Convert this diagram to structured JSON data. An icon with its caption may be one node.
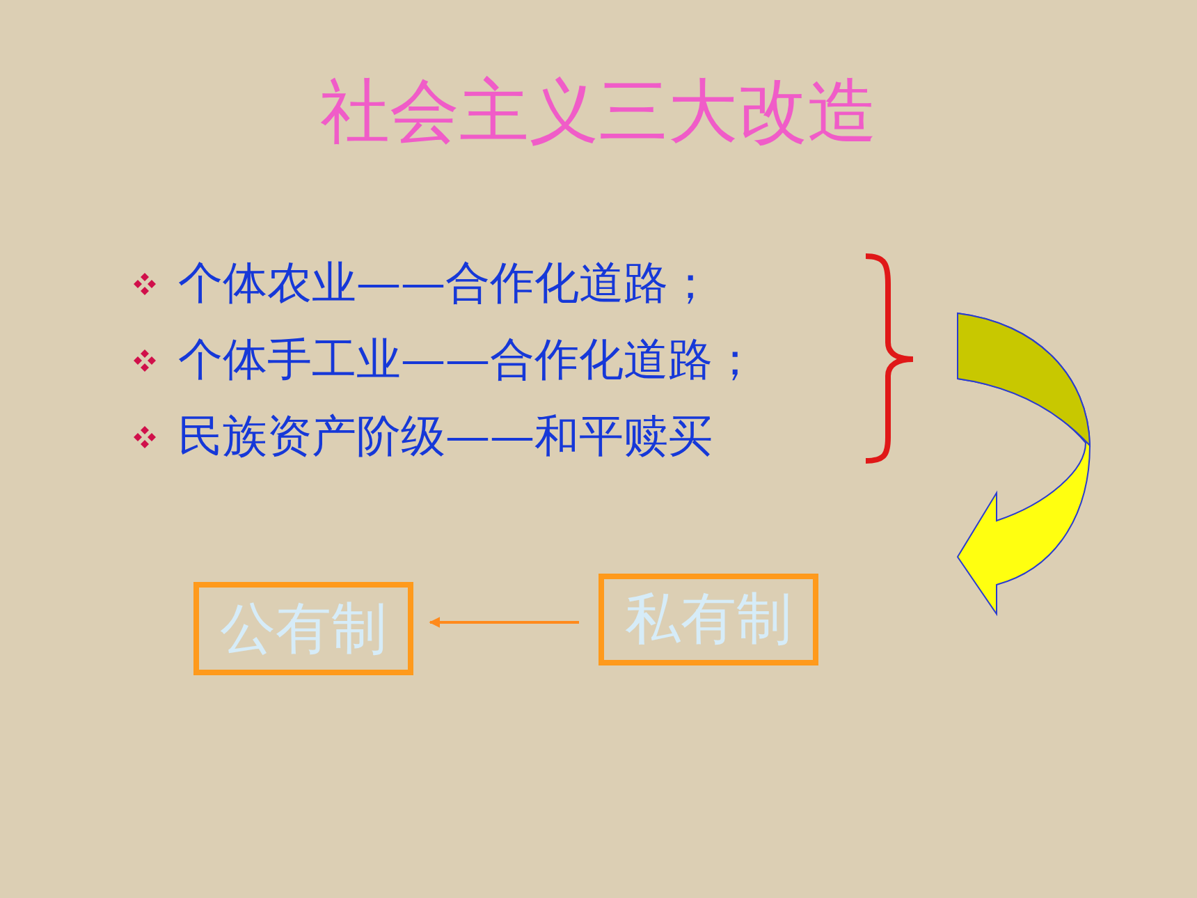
{
  "diagram": {
    "title": "社会主义三大改造",
    "nodes": [
      {
        "text": [
          "公有制"
        ]
      },
      {
        "text": [
          "私有制"
        ]
      }
    ],
    "edges": [
      {
        "from": 1,
        "to": 0,
        "arrow": "to"
      }
    ],
    "labels": [
      "个体农业——合作化道路；",
      "个体手工业——合作化道路；",
      "民族资产阶级——和平赎买"
    ]
  }
}
